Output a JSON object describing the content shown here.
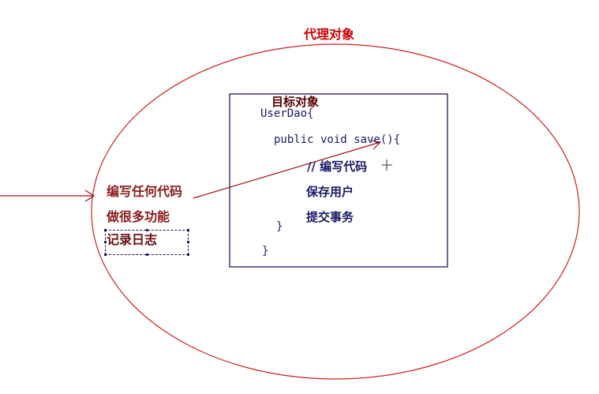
{
  "proxy_title": "代理对象",
  "target_title": "目标对象",
  "code": {
    "class_line": "UserDao{",
    "method_line": "public void save(){",
    "comment_line": "// 编写代码",
    "step1": "保存用户",
    "step2": "提交事务",
    "close_method": "}",
    "close_class": "}"
  },
  "proxy_items": [
    "编写任何代码",
    "做很多功能",
    "记录日志"
  ],
  "colors": {
    "ellipse": "#cc2222",
    "arrow": "#a01010",
    "box": "#1a1a66",
    "title": "#cc0000"
  }
}
